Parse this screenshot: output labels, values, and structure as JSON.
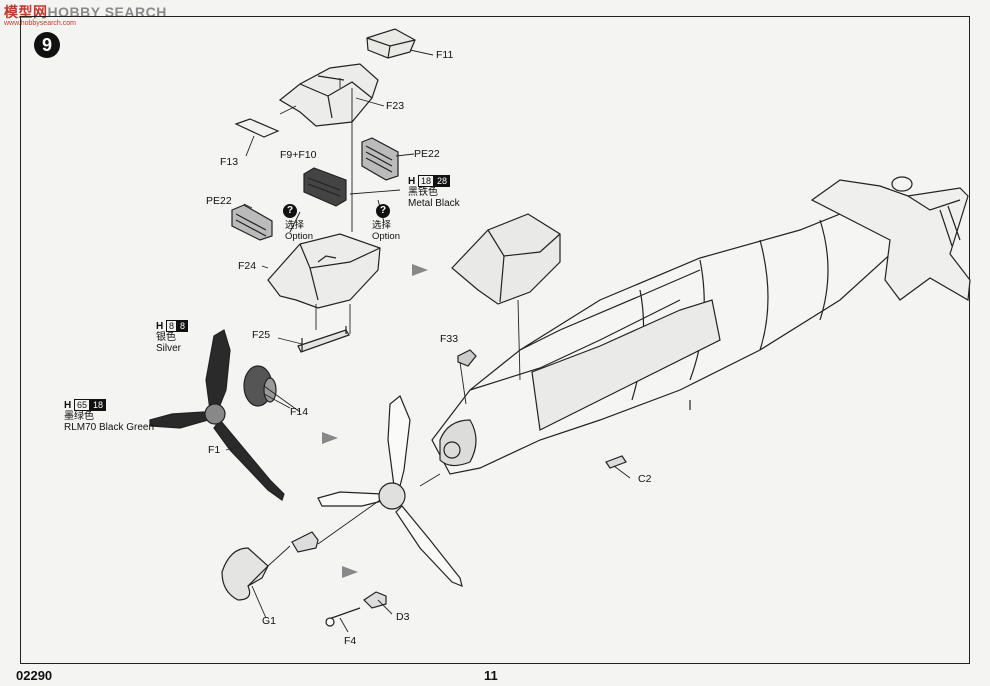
{
  "watermark": {
    "prefix": "模型网",
    "name": "HOBBY SEARCH",
    "url": "www.hobbysearch.com"
  },
  "step_number": "9",
  "parts": {
    "f11": "F11",
    "f23": "F23",
    "f13": "F13",
    "f9_f10": "F9+F10",
    "pe22_right": "PE22",
    "pe22_left": "PE22",
    "f24": "F24",
    "f25": "F25",
    "f33": "F33",
    "f14": "F14",
    "f1": "F1",
    "c2": "C2",
    "g1": "G1",
    "d3": "D3",
    "f4": "F4"
  },
  "options": {
    "left": {
      "cn": "选择",
      "en": "Option"
    },
    "right": {
      "cn": "选择",
      "en": "Option"
    }
  },
  "paints": {
    "metal_black": {
      "letter": "H",
      "code1": "18",
      "code2": "28",
      "cn": "黑铁色",
      "en": "Metal Black"
    },
    "silver": {
      "letter": "H",
      "code1": "8",
      "code2": "8",
      "cn": "银色",
      "en": "Silver"
    },
    "rlm70": {
      "letter": "H",
      "code1": "65",
      "code2": "18",
      "cn": "墨绿色",
      "en": "RLM70 Black Green"
    }
  },
  "footer": {
    "kit_number": "02290",
    "page_number": "11"
  }
}
